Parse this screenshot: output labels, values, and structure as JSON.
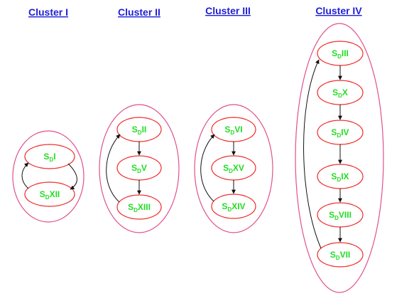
{
  "colors": {
    "cluster_outline": "#e0508c",
    "node_outline": "#f02828",
    "node_text": "#22dd22",
    "title_text": "#1f1fd6",
    "edge": "#111111"
  },
  "node_prefix": "S",
  "node_subscript": "D",
  "clusters": [
    {
      "title": "Cluster I",
      "nodes": [
        "I",
        "XII"
      ],
      "edges": [
        {
          "from": "I",
          "to": "XII",
          "style": "right-arc"
        },
        {
          "from": "XII",
          "to": "I",
          "style": "left-arc"
        }
      ]
    },
    {
      "title": "Cluster II",
      "nodes": [
        "II",
        "V",
        "XIII"
      ],
      "edges": [
        {
          "from": "II",
          "to": "V",
          "style": "straight"
        },
        {
          "from": "V",
          "to": "XIII",
          "style": "straight"
        },
        {
          "from": "XIII",
          "to": "II",
          "style": "back-arc"
        }
      ]
    },
    {
      "title": "Cluster III",
      "nodes": [
        "VI",
        "XV",
        "XIV"
      ],
      "edges": [
        {
          "from": "VI",
          "to": "XV",
          "style": "straight"
        },
        {
          "from": "XV",
          "to": "XIV",
          "style": "straight"
        },
        {
          "from": "XIV",
          "to": "VI",
          "style": "back-arc"
        }
      ]
    },
    {
      "title": "Cluster IV",
      "nodes": [
        "III",
        "X",
        "IV",
        "IX",
        "VIII",
        "VII"
      ],
      "edges": [
        {
          "from": "III",
          "to": "X",
          "style": "straight"
        },
        {
          "from": "X",
          "to": "IV",
          "style": "straight"
        },
        {
          "from": "IV",
          "to": "IX",
          "style": "straight"
        },
        {
          "from": "IX",
          "to": "VIII",
          "style": "straight"
        },
        {
          "from": "VIII",
          "to": "VII",
          "style": "straight"
        },
        {
          "from": "VII",
          "to": "III",
          "style": "back-arc"
        }
      ]
    }
  ]
}
